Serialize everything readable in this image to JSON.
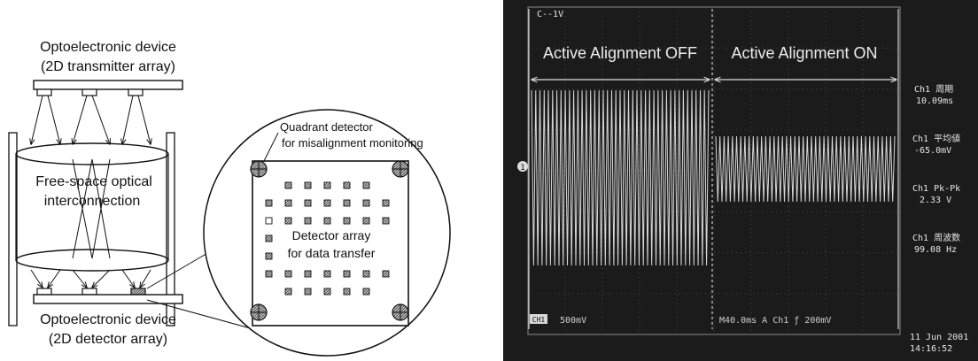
{
  "left_diagram": {
    "top_device_line1": "Optoelectronic device",
    "top_device_line2": "(2D transmitter array)",
    "optics_line1": "Free-space optical",
    "optics_line2": "interconnection",
    "bottom_device_line1": "Optoelectronic device",
    "bottom_device_line2": "(2D detector array)",
    "zoom": {
      "quadrant_line1": "Quadrant detector",
      "quadrant_line2": "for misalignment monitoring",
      "detector_line1": "Detector array",
      "detector_line2": "for data transfer"
    }
  },
  "oscilloscope": {
    "top_left_tag": "C--1V",
    "active_off_label": "Active Alignment OFF",
    "active_on_label": "Active Alignment ON",
    "ch_marker": "1",
    "side_readouts": [
      {
        "line1": "Ch1 周期",
        "line2": "10.09ms"
      },
      {
        "line1": "Ch1 平均値",
        "line2": "-65.0mV"
      },
      {
        "line1": "Ch1 Pk-Pk",
        "line2": "2.33 V"
      },
      {
        "line1": "Ch1 周波数",
        "line2": "99.08 Hz"
      }
    ],
    "bottom_left_badge": "CH1",
    "bottom_left_scale": "500mV",
    "bottom_mid": "M40.0ms  A  Ch1  ƒ  200mV",
    "date": "11 Jun 2001",
    "time": "14:16:52",
    "colors": {
      "screen": "#1b1b1b",
      "trace": "#d8d8d8",
      "text": "#e6e6e6"
    }
  }
}
